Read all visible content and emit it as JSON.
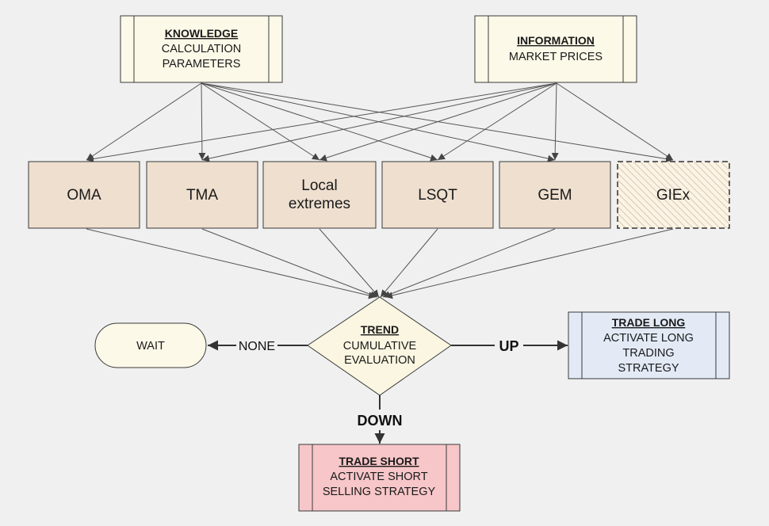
{
  "knowledge": {
    "title": "KNOWLEDGE",
    "line1": "CALCULATION",
    "line2": "PARAMETERS"
  },
  "information": {
    "title": "INFORMATION",
    "line1": "MARKET PRICES"
  },
  "methods": [
    {
      "label": "OMA"
    },
    {
      "label": "TMA"
    },
    {
      "label_line1": "Local",
      "label_line2": "extremes"
    },
    {
      "label": "LSQT"
    },
    {
      "label": "GEM"
    },
    {
      "label": "GIEx"
    }
  ],
  "trend": {
    "title": "TREND",
    "line1": "CUMULATIVE",
    "line2": "EVALUATION"
  },
  "wait": {
    "label": "WAIT"
  },
  "trade_long": {
    "title": "TRADE LONG",
    "line1": "ACTIVATE LONG",
    "line2": "TRADING",
    "line3": "STRATEGY"
  },
  "trade_short": {
    "title": "TRADE SHORT",
    "line1": "ACTIVATE SHORT",
    "line2": "SELLING STRATEGY"
  },
  "edges": {
    "none": "NONE",
    "up": "UP",
    "down": "DOWN"
  },
  "colors": {
    "source_fill": "#fdf9e8",
    "method_fill": "#eedfcf",
    "trend_fill": "#fbf6e1",
    "long_fill": "#e3eaf6",
    "short_fill": "#f7c6c8",
    "stroke": "#3a3a3a"
  }
}
